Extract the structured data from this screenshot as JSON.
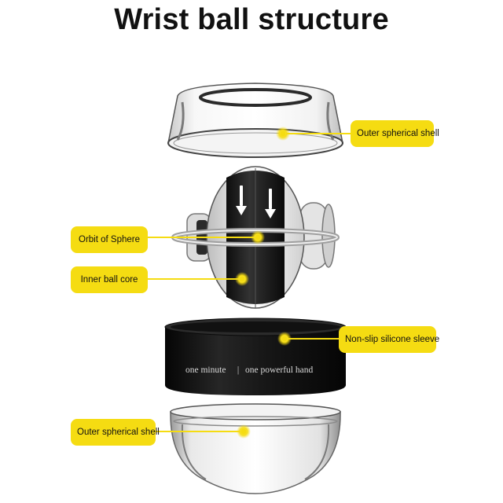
{
  "title": "Wrist ball structure",
  "callouts": {
    "top_shell": "Outer spherical shell",
    "orbit": "Orbit of Sphere",
    "core": "Inner ball core",
    "sleeve": "Non-slip silicone sleeve",
    "bottom_shell": "Outer spherical shell"
  },
  "sleeve_text": {
    "left": "one minute",
    "separator": "|",
    "right": "one powerful hand"
  },
  "colors": {
    "callout_fill": "#f5dc12",
    "leader_line": "#f5dc12",
    "sleeve": "#151515",
    "core_dark": "#1a1a1a",
    "core_light": "#e8e8e8"
  }
}
